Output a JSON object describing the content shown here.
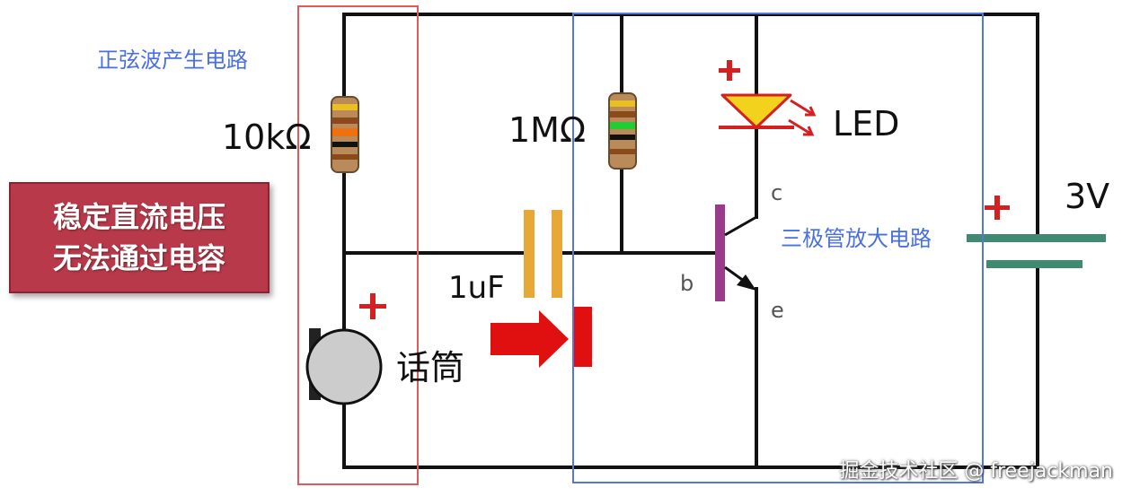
{
  "labels": {
    "sine_circuit": "正弦波产生电路",
    "resistor_10k": "10kΩ",
    "resistor_1m": "1MΩ",
    "capacitor": "1uF",
    "led": "LED",
    "microphone": "话筒",
    "voltage": "3V",
    "amplifier_circuit": "三极管放大电路",
    "pin_c": "c",
    "pin_b": "b",
    "pin_e": "e",
    "plus_led": "+",
    "plus_mic": "+",
    "plus_battery": "+"
  },
  "callout": {
    "line1": "稳定直流电压",
    "line2": "无法通过电容"
  },
  "watermark": "掘金技术社区 @ freejackman",
  "colors": {
    "wire": "#111111",
    "red_box": "#e05a5a",
    "blue_box": "#5577dd",
    "blue_text": "#4a6fe0",
    "plus_red": "#d42020",
    "callout_bg": "#b8394a",
    "capacitor": "#e8a838",
    "battery": "#3f8a70",
    "transistor_base": "#9a3a8a",
    "led_fill": "#f2d21c",
    "led_stroke": "#d42020",
    "arrow_red": "#e01010",
    "mic_body": "#cccccc"
  }
}
